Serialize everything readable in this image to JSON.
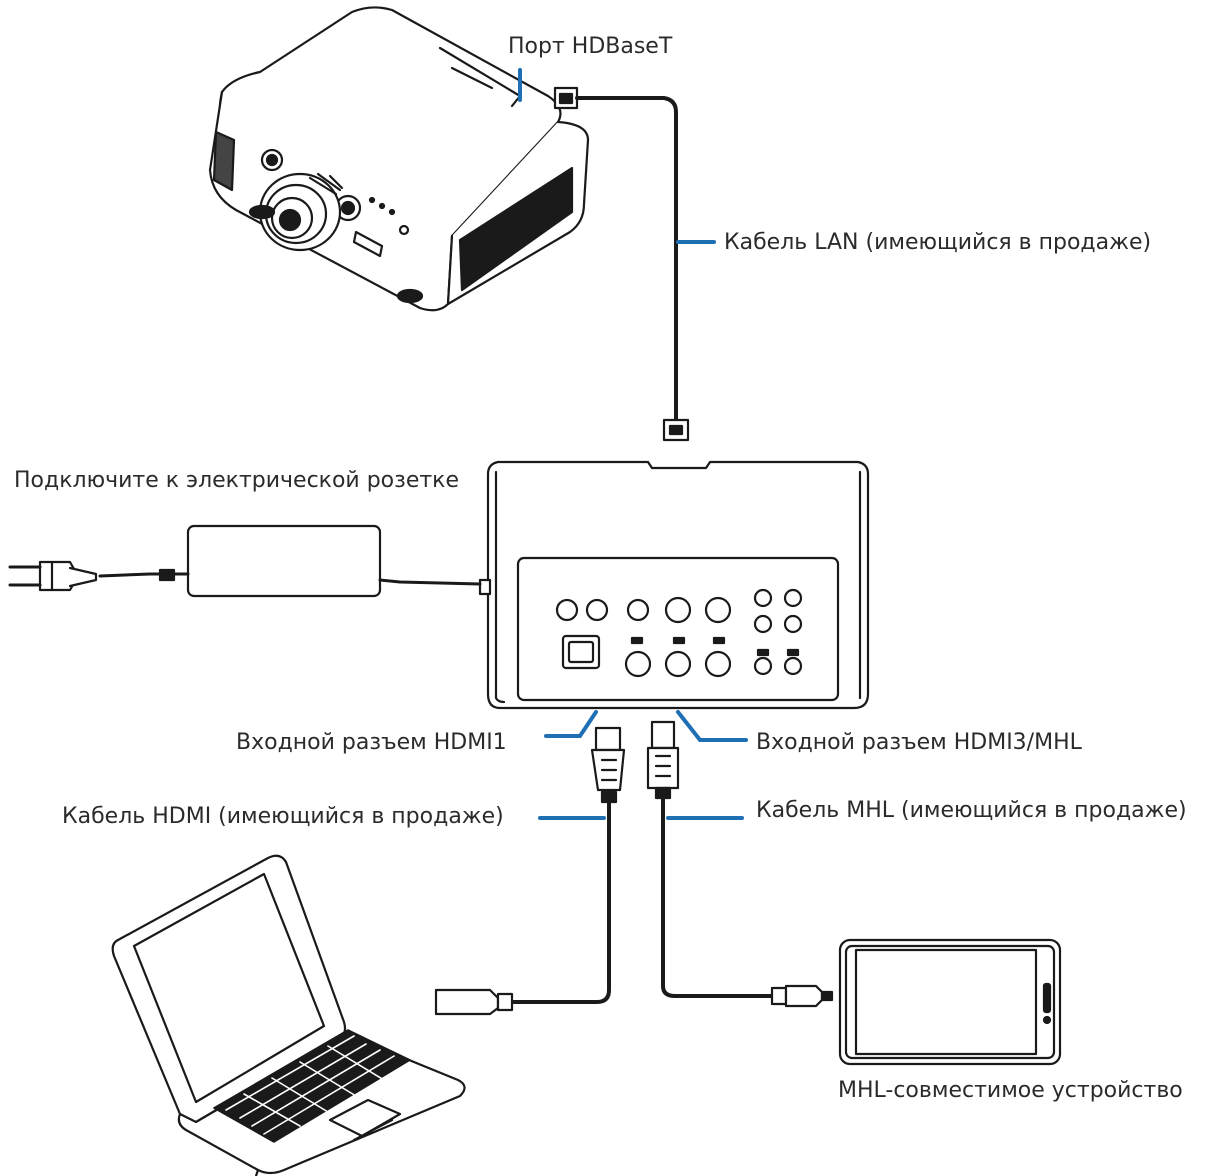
{
  "labels": {
    "hdbaset_port": "Порт HDBaseT",
    "lan_cable": "Кабель LAN (имеющийся в продаже)",
    "power_outlet": "Подключите к электрической розетке",
    "hdmi1_input": "Входной разъем HDMI1",
    "hdmi3_mhl_input": "Входной разъем HDMI3/MHL",
    "hdmi_cable": "Кабель HDMI (имеющийся в продаже)",
    "mhl_cable": "Кабель MHL (имеющийся в продаже)",
    "mhl_device": "MHL-совместимое устройство"
  },
  "colors": {
    "leader_line": "#1f6fb5",
    "drawing": "#1a1a1a"
  },
  "icons": [
    "projector-icon",
    "transmitter-box-icon",
    "power-adapter-icon",
    "laptop-icon",
    "tablet-icon",
    "rj45-plug-icon",
    "hdmi-plug-icon"
  ]
}
